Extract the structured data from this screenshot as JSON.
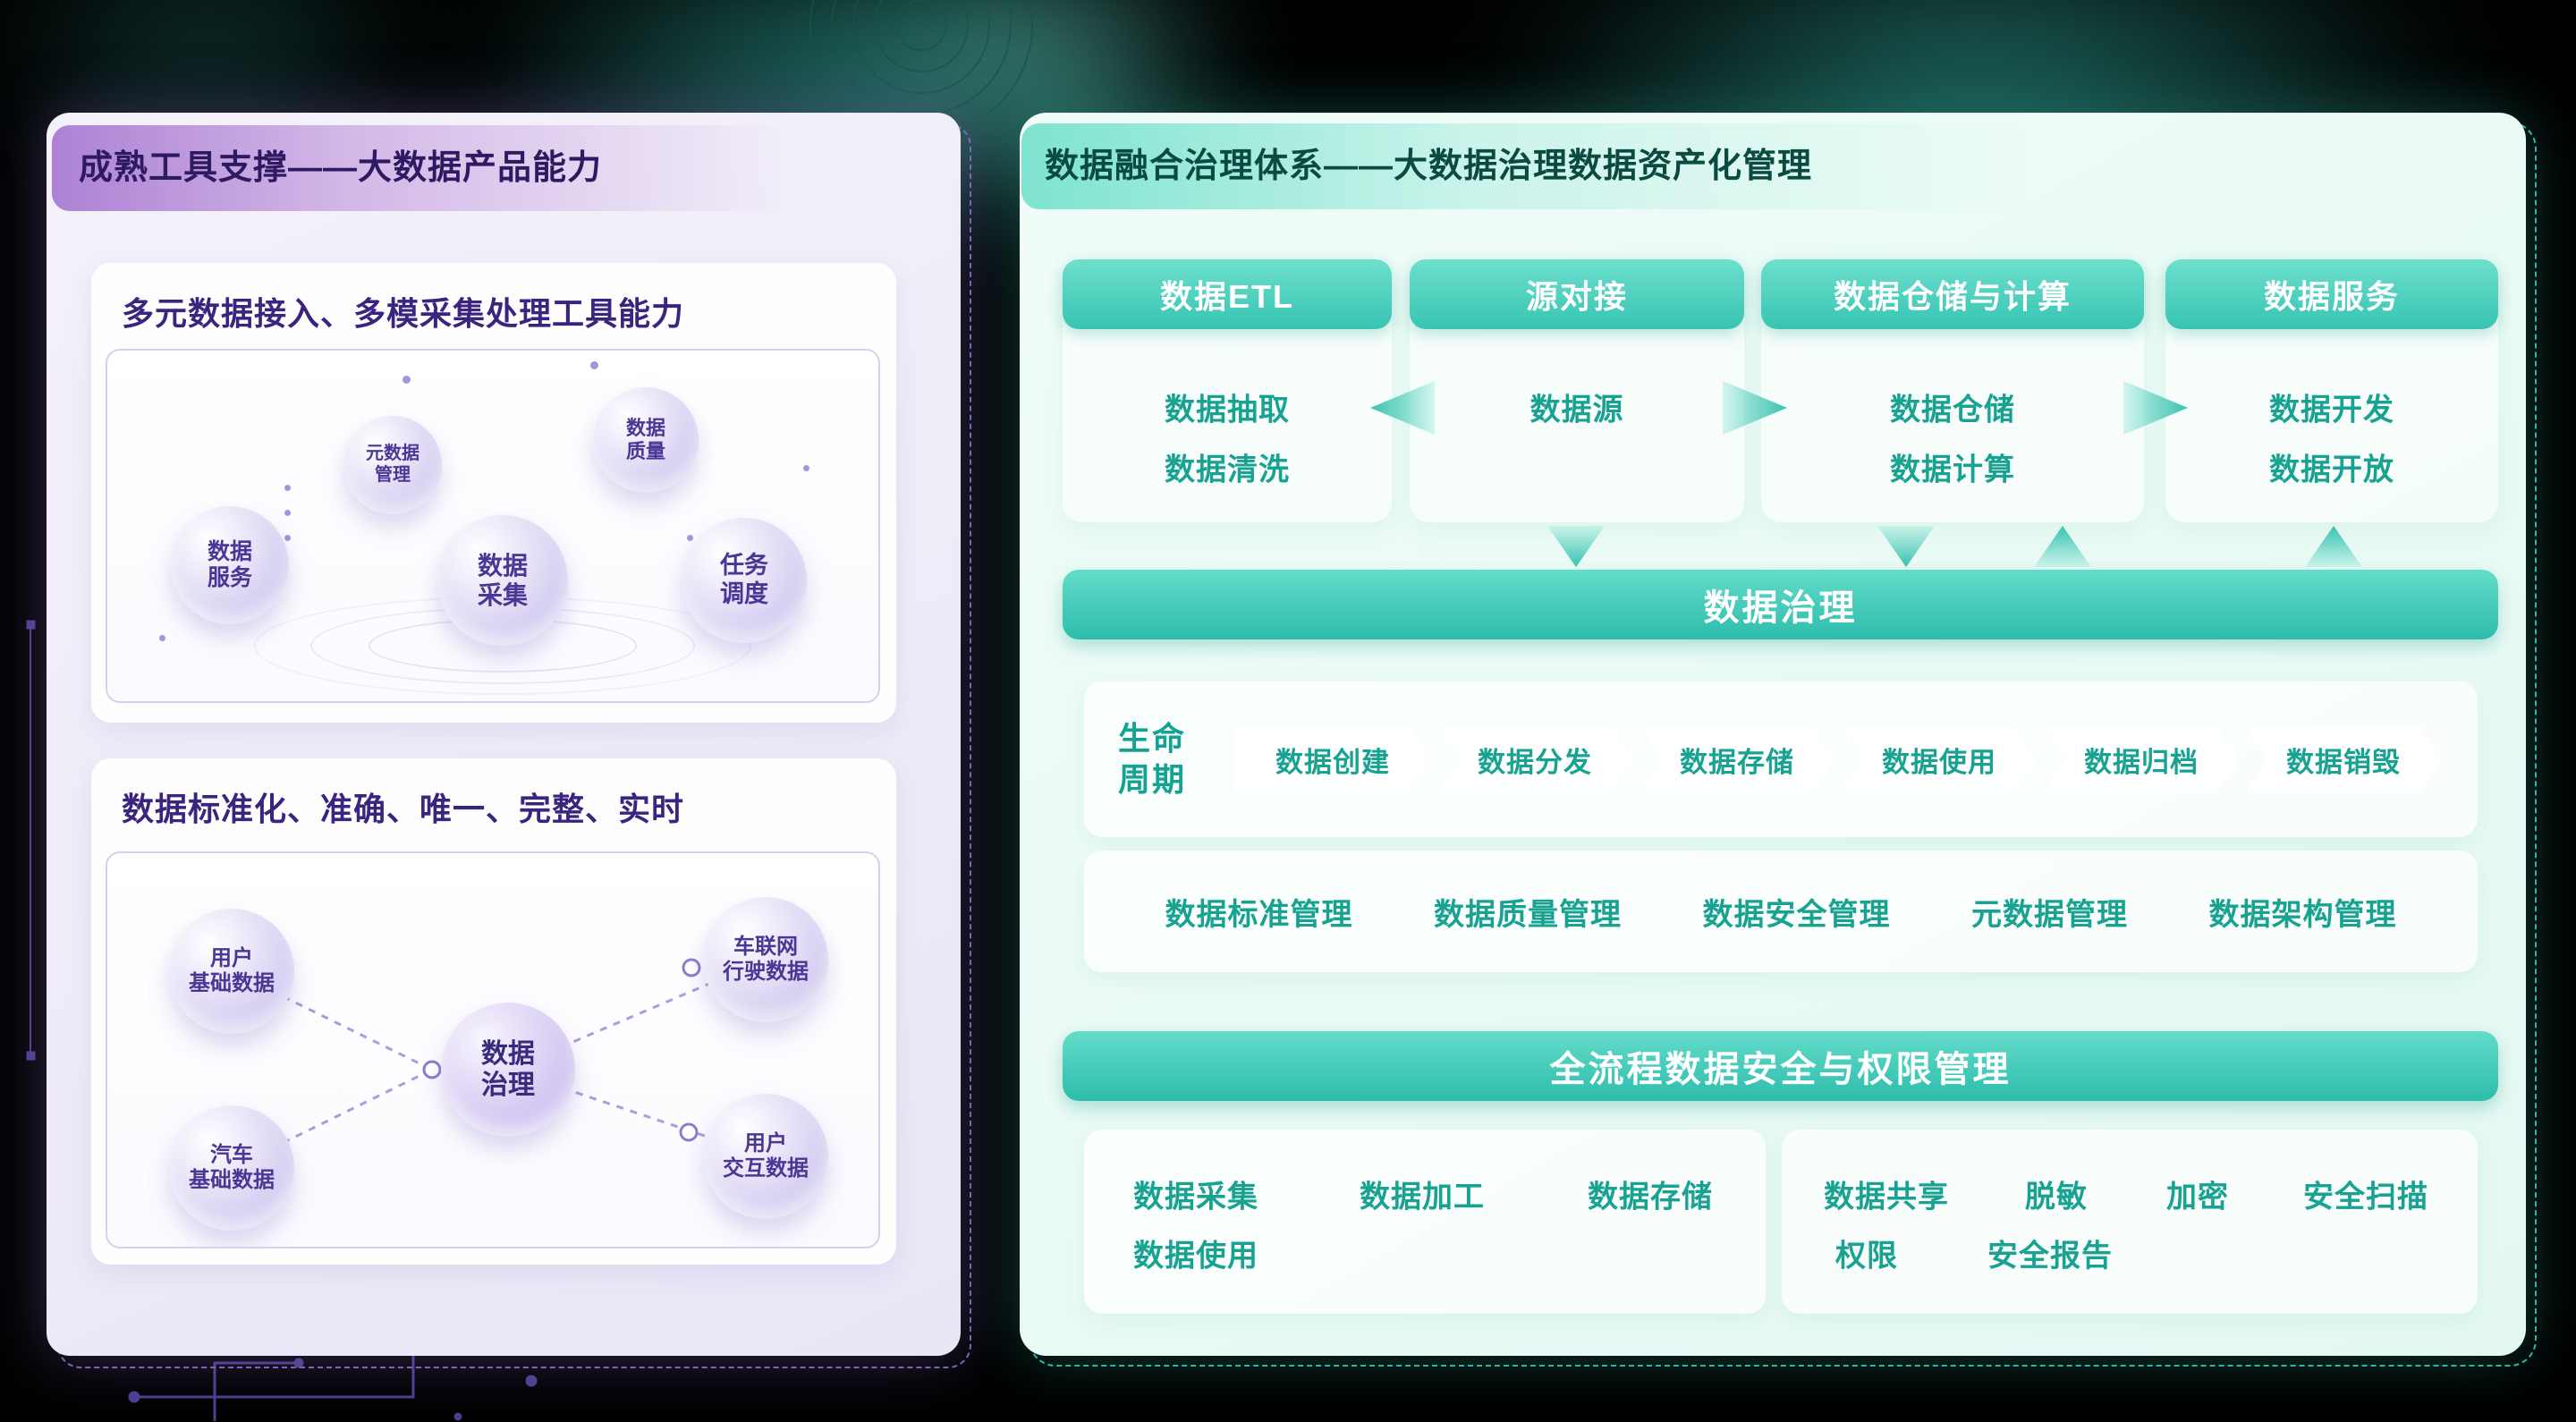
{
  "colors": {
    "purple_accent": "#7a5cc4",
    "teal_accent": "#2fbfae",
    "background": "#000000"
  },
  "left_panel": {
    "badge": "成熟工具支撑——大数据产品能力",
    "section1": {
      "title": "多元数据接入、多模采集处理工具能力",
      "bubbles": [
        {
          "line1": "元数据",
          "line2": "管理"
        },
        {
          "line1": "数据",
          "line2": "质量"
        },
        {
          "line1": "数据",
          "line2": "服务"
        },
        {
          "line1": "数据",
          "line2": "采集"
        },
        {
          "line1": "任务",
          "line2": "调度"
        }
      ]
    },
    "section2": {
      "title": "数据标准化、准确、唯一、完整、实时",
      "bubbles": [
        {
          "line1": "用户",
          "line2": "基础数据"
        },
        {
          "line1": "车联网",
          "line2": "行驶数据"
        },
        {
          "line1": "汽车",
          "line2": "基础数据"
        },
        {
          "line1": "用户",
          "line2": "交互数据"
        }
      ],
      "center": {
        "line1": "数据",
        "line2": "治理"
      }
    }
  },
  "right_panel": {
    "badge": "数据融合治理体系——大数据治理数据资产化管理",
    "columns": [
      {
        "header": "数据ETL",
        "items": [
          "数据抽取",
          "数据清洗"
        ]
      },
      {
        "header": "源对接",
        "items": [
          "数据源"
        ]
      },
      {
        "header": "数据仓储与计算",
        "items": [
          "数据仓储",
          "数据计算"
        ]
      },
      {
        "header": "数据服务",
        "items": [
          "数据开发",
          "数据开放"
        ]
      }
    ],
    "governance_bar": "数据治理",
    "lifecycle": {
      "label1": "生命",
      "label2": "周期",
      "stages": [
        "数据创建",
        "数据分发",
        "数据存储",
        "数据使用",
        "数据归档",
        "数据销毁"
      ]
    },
    "management": [
      "数据标准管理",
      "数据质量管理",
      "数据安全管理",
      "元数据管理",
      "数据架构管理"
    ],
    "security_bar": "全流程数据安全与权限管理",
    "bottom_left": [
      "数据采集",
      "数据加工",
      "数据存储",
      "数据使用"
    ],
    "bottom_right": [
      "数据共享",
      "脱敏",
      "加密",
      "安全扫描",
      "权限",
      "安全报告"
    ]
  }
}
